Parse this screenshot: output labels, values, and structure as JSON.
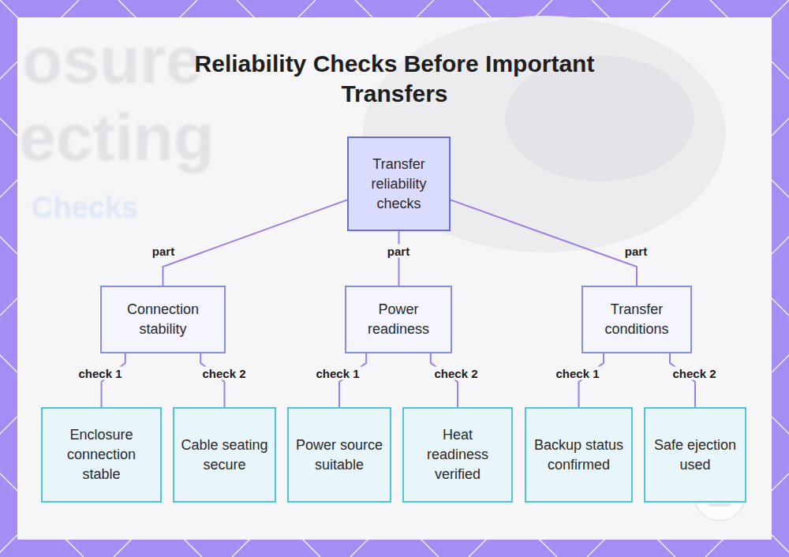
{
  "diagram": {
    "title": "Reliability Checks Before Important Transfers",
    "nodes": [
      {
        "text": [
          "Transfer reliability checks"
        ]
      },
      {
        "text": [
          "Connection stability"
        ]
      },
      {
        "text": [
          "Power readiness"
        ]
      },
      {
        "text": [
          "Transfer conditions"
        ]
      },
      {
        "text": [
          "Enclosure connection stable"
        ]
      },
      {
        "text": [
          "Cable seating secure"
        ]
      },
      {
        "text": [
          "Power source suitable"
        ]
      },
      {
        "text": [
          "Heat readiness verified"
        ]
      },
      {
        "text": [
          "Backup status confirmed"
        ]
      },
      {
        "text": [
          "Safe ejection used"
        ]
      }
    ],
    "edges": [
      {
        "from": 0,
        "to": 1,
        "arrow": "none",
        "label": "part"
      },
      {
        "from": 0,
        "to": 2,
        "arrow": "none",
        "label": "part"
      },
      {
        "from": 0,
        "to": 3,
        "arrow": "none",
        "label": "part"
      },
      {
        "from": 1,
        "to": 4,
        "arrow": "none",
        "label": "check 1"
      },
      {
        "from": 1,
        "to": 5,
        "arrow": "none",
        "label": "check 2"
      },
      {
        "from": 2,
        "to": 6,
        "arrow": "none",
        "label": "check 1"
      },
      {
        "from": 2,
        "to": 7,
        "arrow": "none",
        "label": "check 2"
      },
      {
        "from": 3,
        "to": 8,
        "arrow": "none",
        "label": "check 1"
      },
      {
        "from": 3,
        "to": 9,
        "arrow": "none",
        "label": "check 2"
      }
    ],
    "labels": [
      "osure",
      "ecting",
      "Checks"
    ]
  }
}
